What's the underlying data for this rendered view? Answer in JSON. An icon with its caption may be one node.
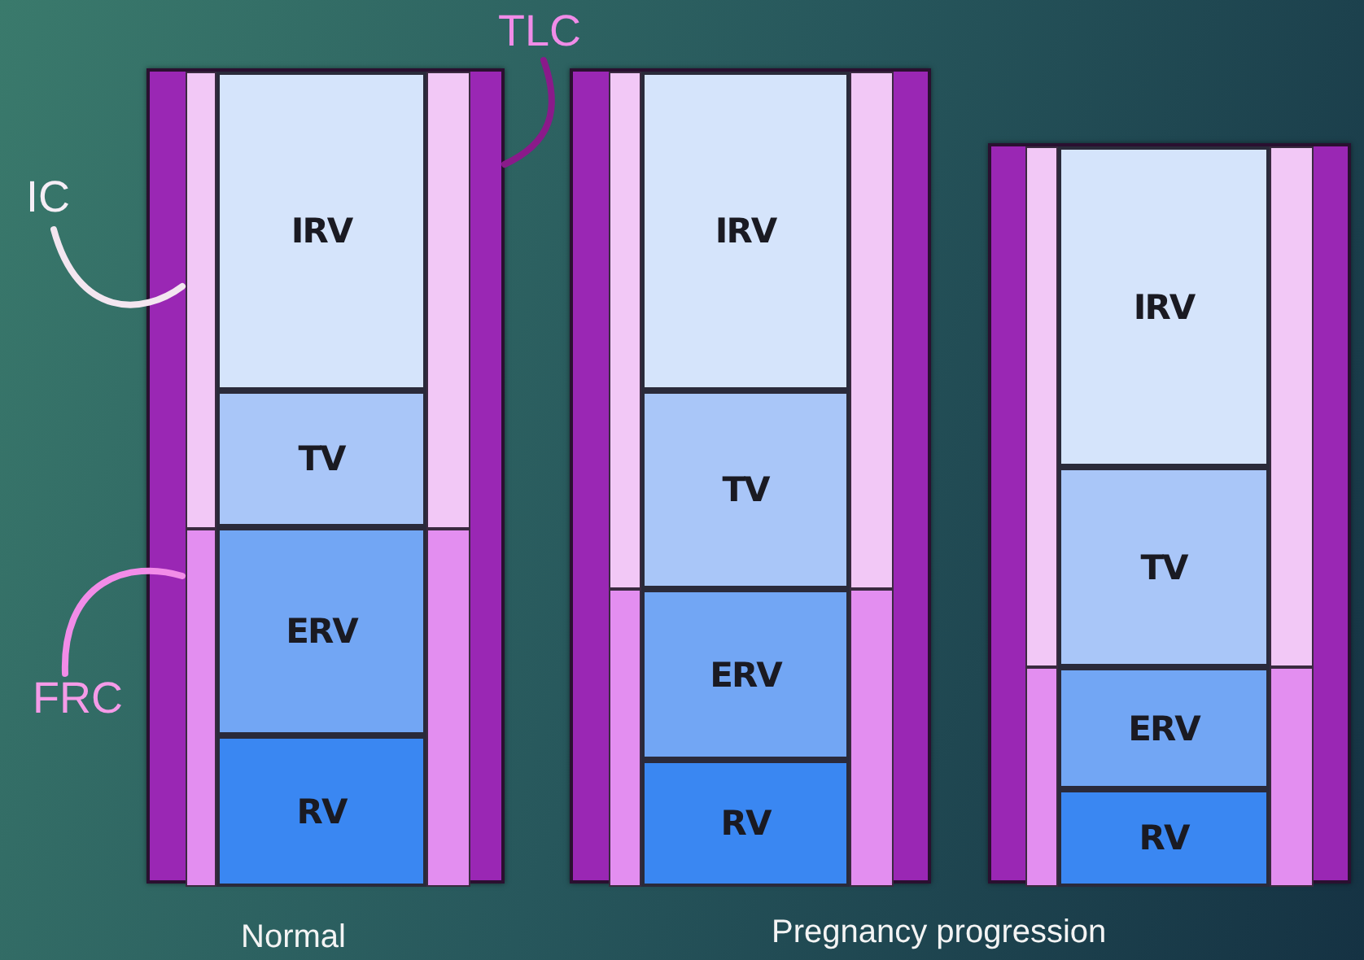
{
  "diagram": {
    "nodes": [
      {
        "text": [
          "TLC"
        ]
      },
      {
        "text": [
          "IC"
        ]
      },
      {
        "text": [
          "FRC"
        ]
      },
      {
        "text": [],
        "shape": "bar"
      },
      {
        "text": [],
        "shape": "bar",
        "in": 3
      },
      {
        "text": [],
        "shape": "bar",
        "in": 3
      },
      {
        "text": [
          "IRV"
        ],
        "in": 3
      },
      {
        "text": [
          "TV"
        ],
        "in": 3
      },
      {
        "text": [
          "ERV"
        ],
        "in": 3
      },
      {
        "text": [
          "RV"
        ],
        "in": 3
      },
      {
        "text": [],
        "shape": "bar"
      },
      {
        "text": [],
        "shape": "bar",
        "in": 10
      },
      {
        "text": [],
        "shape": "bar",
        "in": 10
      },
      {
        "text": [
          "IRV"
        ],
        "in": 10
      },
      {
        "text": [
          "TV"
        ],
        "in": 10
      },
      {
        "text": [
          "ERV"
        ],
        "in": 10
      },
      {
        "text": [
          "RV"
        ],
        "in": 10
      },
      {
        "text": [],
        "shape": "bar"
      },
      {
        "text": [],
        "shape": "bar",
        "in": 17
      },
      {
        "text": [],
        "shape": "bar",
        "in": 17
      },
      {
        "text": [
          "IRV"
        ],
        "in": 17
      },
      {
        "text": [
          "TV"
        ],
        "in": 17
      },
      {
        "text": [
          "ERV"
        ],
        "in": 17
      },
      {
        "text": [
          "RV"
        ],
        "in": 17
      }
    ],
    "edges": [
      {
        "from": 0,
        "to": 3,
        "arrow": "none",
        "color": "#8a1a8a"
      },
      {
        "from": 1,
        "to": 4,
        "arrow": "none",
        "color": "#f3e6f0"
      },
      {
        "from": 2,
        "to": 5,
        "arrow": "none",
        "color": "#f28ce8"
      }
    ],
    "labels": [
      "Normal",
      "Pregnancy progression"
    ]
  }
}
